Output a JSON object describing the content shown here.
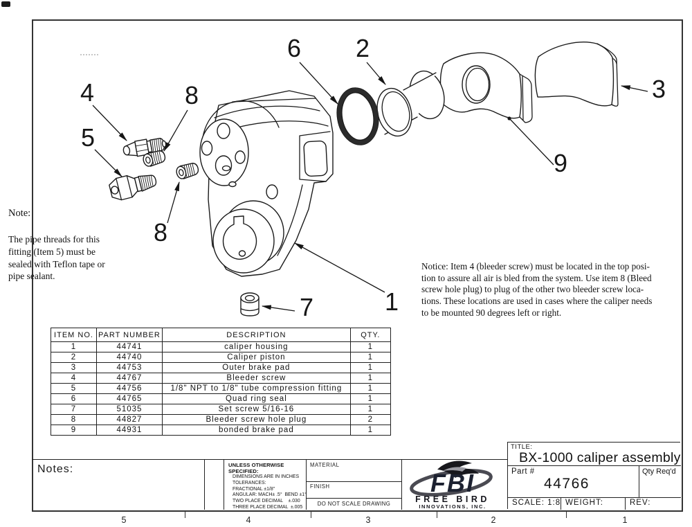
{
  "drawing": {
    "callouts": [
      "6",
      "2",
      "3",
      "9",
      "4",
      "8",
      "5",
      "8",
      "7",
      "1"
    ]
  },
  "note": {
    "heading": "Note:",
    "body": "The pipe threads for this\nfitting (Item 5) must be\nsealed with Teflon tape or\npipe sealant."
  },
  "notice": {
    "body": "Notice:  Item 4 (bleeder screw) must be located in the top posi-\ntion to assure all air is bled from the system.   Use item 8 (Bleed\nscrew hole plug) to plug of the other two bleeder screw loca-\ntions.   These locations are used in cases where the caliper needs\nto be mounted 90 degrees left or right."
  },
  "parts_table": {
    "headers": [
      "ITEM NO.",
      "PART NUMBER",
      "DESCRIPTION",
      "QTY."
    ],
    "rows": [
      [
        "1",
        "44741",
        "caliper housing",
        "1"
      ],
      [
        "2",
        "44740",
        "Caliper piston",
        "1"
      ],
      [
        "3",
        "44753",
        "Outer brake pad",
        "1"
      ],
      [
        "4",
        "44767",
        "Bleeder screw",
        "1"
      ],
      [
        "5",
        "44756",
        "1/8\" NPT to 1/8\" tube compression fitting",
        "1"
      ],
      [
        "6",
        "44765",
        "Quad ring seal",
        "1"
      ],
      [
        "7",
        "51035",
        "Set screw 5/16-16",
        "1"
      ],
      [
        "8",
        "44827",
        "Bleeder screw hole plug",
        "2"
      ],
      [
        "9",
        "44931",
        "bonded brake pad",
        "1"
      ]
    ]
  },
  "bottom": {
    "notes_label": "Notes:",
    "tolerances": {
      "title": "UNLESS OTHERWISE SPECIFIED:",
      "lines": [
        "DIMENSIONS ARE IN INCHES",
        "TOLERANCES:",
        "FRACTIONAL ±1/8\"",
        "ANGULAR: MACH± .5°  BEND ±1°",
        "TWO PLACE DECIMAL    ±.030",
        "THREE PLACE DECIMAL  ±.005"
      ]
    },
    "material_label": "MATERIAL",
    "finish_label": "FINISH",
    "do_not_scale": "DO NOT SCALE DRAWING",
    "zones": [
      "5",
      "4",
      "3",
      "2",
      "1"
    ]
  },
  "logo": {
    "monogram": "FBI",
    "name": "FREE BIRD",
    "suffix": "INNOVATIONS, INC."
  },
  "title_block": {
    "title_label": "TITLE:",
    "title": "BX-1000 caliper assembly",
    "part_label": "Part #",
    "part_number": "44766",
    "qty_label": "Qty Req'd",
    "scale": "SCALE: 1:8",
    "weight_label": "WEIGHT:",
    "rev_label": "REV:"
  },
  "colors": {
    "line": "#1a1a1a",
    "ring": "#2b2b2b",
    "logo_dark": "#1c2130"
  }
}
